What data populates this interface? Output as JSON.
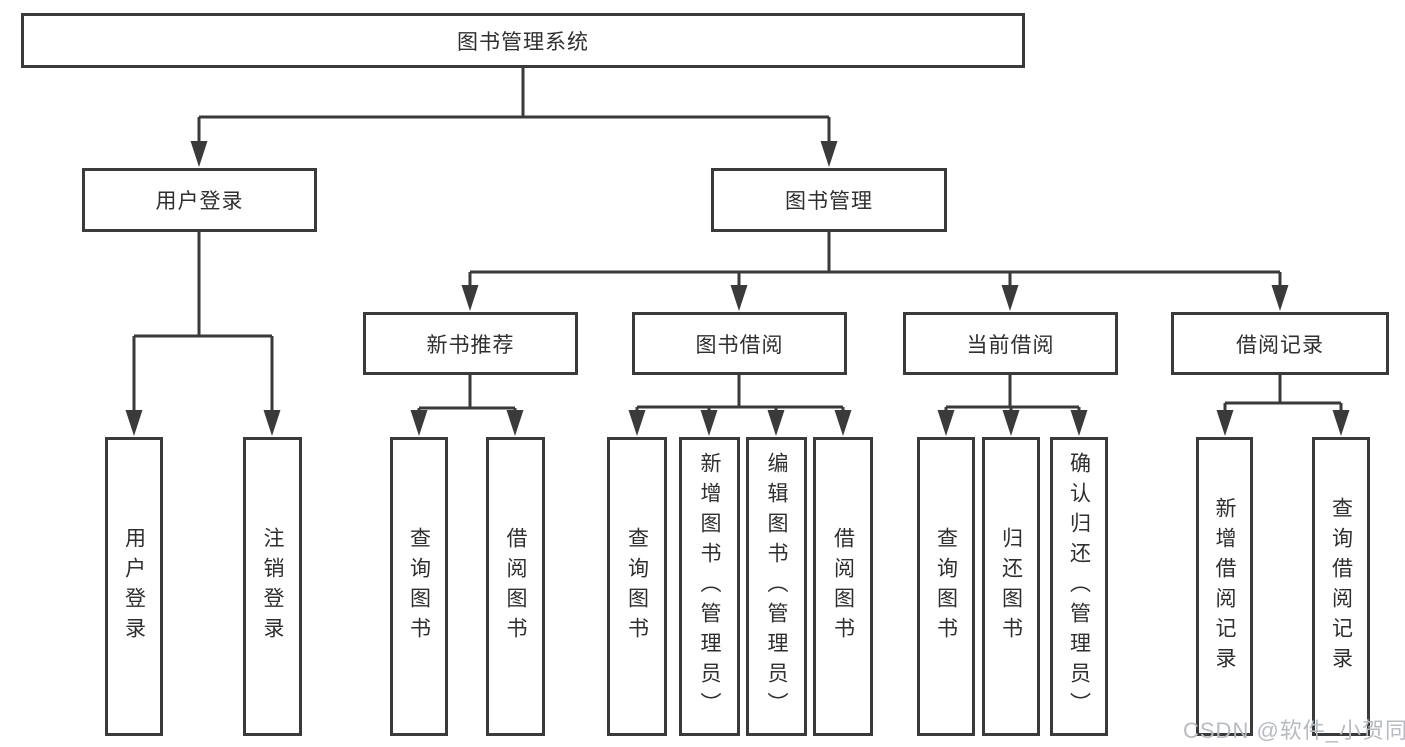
{
  "diagram": {
    "title": "图书管理系统",
    "root": {
      "label": "图书管理系统"
    },
    "branches": [
      {
        "label": "用户登录",
        "children": [
          {
            "label": "用户登录"
          },
          {
            "label": "注销登录"
          }
        ]
      },
      {
        "label": "图书管理",
        "groups": [
          {
            "label": "新书推荐",
            "children": [
              {
                "label": "查询图书"
              },
              {
                "label": "借阅图书"
              }
            ]
          },
          {
            "label": "图书借阅",
            "children": [
              {
                "label": "查询图书"
              },
              {
                "label": "新增图书（管理员）"
              },
              {
                "label": "编辑图书（管理员）"
              },
              {
                "label": "借阅图书"
              }
            ]
          },
          {
            "label": "当前借阅",
            "children": [
              {
                "label": "查询图书"
              },
              {
                "label": "归还图书"
              },
              {
                "label": "确认归还（管理员）"
              }
            ]
          },
          {
            "label": "借阅记录",
            "children": [
              {
                "label": "新增借阅记录"
              },
              {
                "label": "查询借阅记录"
              }
            ]
          }
        ]
      }
    ]
  },
  "watermark": {
    "text": "CSDN @软件_小贺同学"
  },
  "colors": {
    "line": "#3a3a3a",
    "text": "#2f2f2f",
    "watermark": "#b7bbc2",
    "background": "#ffffff"
  }
}
